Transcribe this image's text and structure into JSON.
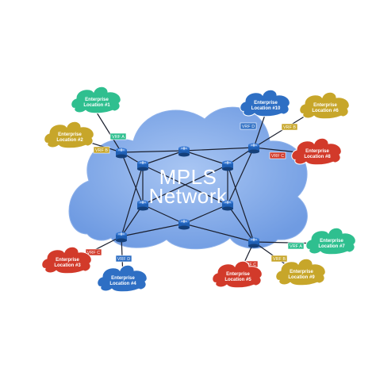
{
  "network": {
    "title_line1": "MPLS",
    "title_line2": "Network",
    "cloud_color": "#7fa8e8",
    "link_color": "#1a1f2e",
    "router_color": "#1f5fb4"
  },
  "sites": [
    {
      "name": "enterprise-location-1",
      "line1": "Enterprise",
      "line2": "Location #1",
      "color": "#2fbf8f"
    },
    {
      "name": "enterprise-location-2",
      "line1": "Enterprise",
      "line2": "Location #2",
      "color": "#c7a62a"
    },
    {
      "name": "enterprise-location-10",
      "line1": "Enterprise",
      "line2": "Location #10",
      "color": "#2e6fc4"
    },
    {
      "name": "enterprise-location-6",
      "line1": "Enterprise",
      "line2": "Location #6",
      "color": "#c7a62a"
    },
    {
      "name": "enterprise-location-8",
      "line1": "Enterprise",
      "line2": "Location #8",
      "color": "#d23a2a"
    },
    {
      "name": "enterprise-location-3",
      "line1": "Enterprise",
      "line2": "Location #3",
      "color": "#d23a2a"
    },
    {
      "name": "enterprise-location-4",
      "line1": "Enterprise",
      "line2": "Location #4",
      "color": "#2e6fc4"
    },
    {
      "name": "enterprise-location-7",
      "line1": "Enterprise",
      "line2": "Location #7",
      "color": "#2fbf8f"
    },
    {
      "name": "enterprise-location-5",
      "line1": "Enterprise",
      "line2": "Location #5",
      "color": "#d23a2a"
    },
    {
      "name": "enterprise-location-9",
      "line1": "Enterprise",
      "line2": "Location #9",
      "color": "#c7a62a"
    }
  ],
  "vrf_tags": [
    {
      "name": "vrf-tag-a-top-left",
      "label": "VRF A",
      "color": "#2fbf8f"
    },
    {
      "name": "vrf-tag-b-top-left",
      "label": "VRF B",
      "color": "#c7a62a"
    },
    {
      "name": "vrf-tag-d-top-right",
      "label": "VRF D",
      "color": "#2e6fc4"
    },
    {
      "name": "vrf-tag-b-top-right",
      "label": "VRF B",
      "color": "#c7a62a"
    },
    {
      "name": "vrf-tag-c-top-right",
      "label": "VRF C",
      "color": "#d23a2a"
    },
    {
      "name": "vrf-tag-c-bottom-left",
      "label": "VRF C",
      "color": "#d23a2a"
    },
    {
      "name": "vrf-tag-d-bottom-left",
      "label": "VRF D",
      "color": "#2e6fc4"
    },
    {
      "name": "vrf-tag-a-bottom-right",
      "label": "VRF A",
      "color": "#2fbf8f"
    },
    {
      "name": "vrf-tag-c-bottom-right",
      "label": "VRF C",
      "color": "#d23a2a"
    },
    {
      "name": "vrf-tag-b-bottom-right",
      "label": "VRF B",
      "color": "#c7a62a"
    }
  ]
}
